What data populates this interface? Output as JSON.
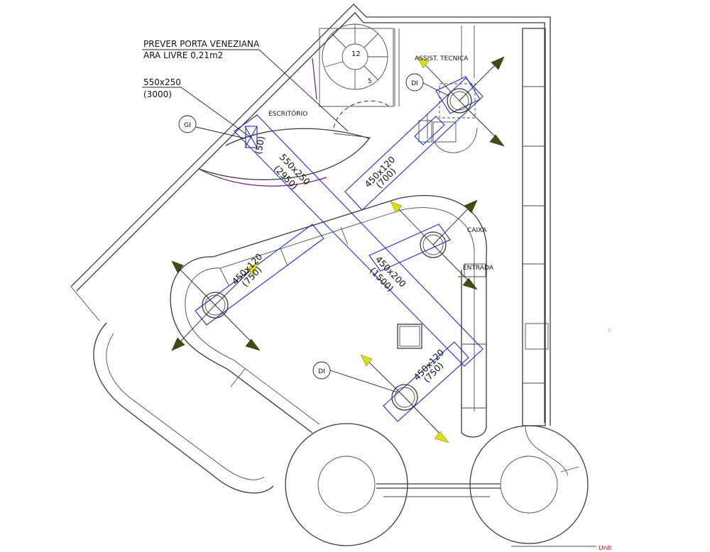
{
  "notes": {
    "note_line1": "PREVER PORTA VENEZIANA",
    "note_line2": "ARA LIVRE 0,21m2",
    "duct_main_size": "550x250",
    "duct_main_flow": "(3000)"
  },
  "rooms": {
    "office": "ESCRITÓRIO",
    "tech": "ASSIST. TECNICA",
    "cashier": "CAIXA",
    "entrance": "ENTRADA"
  },
  "tags": {
    "gi": "GI",
    "di_top": "DI",
    "di_bottom": "DI"
  },
  "stair": {
    "number_top": "12",
    "number_bottom": "5"
  },
  "ducts": {
    "d1_size": "550x250",
    "d1_flow": "(2950)",
    "d1_small": "(50)",
    "d2_size": "450x120",
    "d2_flow": "(700)",
    "d3_size": "450x200",
    "d3_flow": "(1500)",
    "d4_size": "450x120",
    "d4_flow": "(750)",
    "d5_size": "450x120",
    "d5_flow": "(750)"
  },
  "marker": "0",
  "unit_label": "Unit"
}
